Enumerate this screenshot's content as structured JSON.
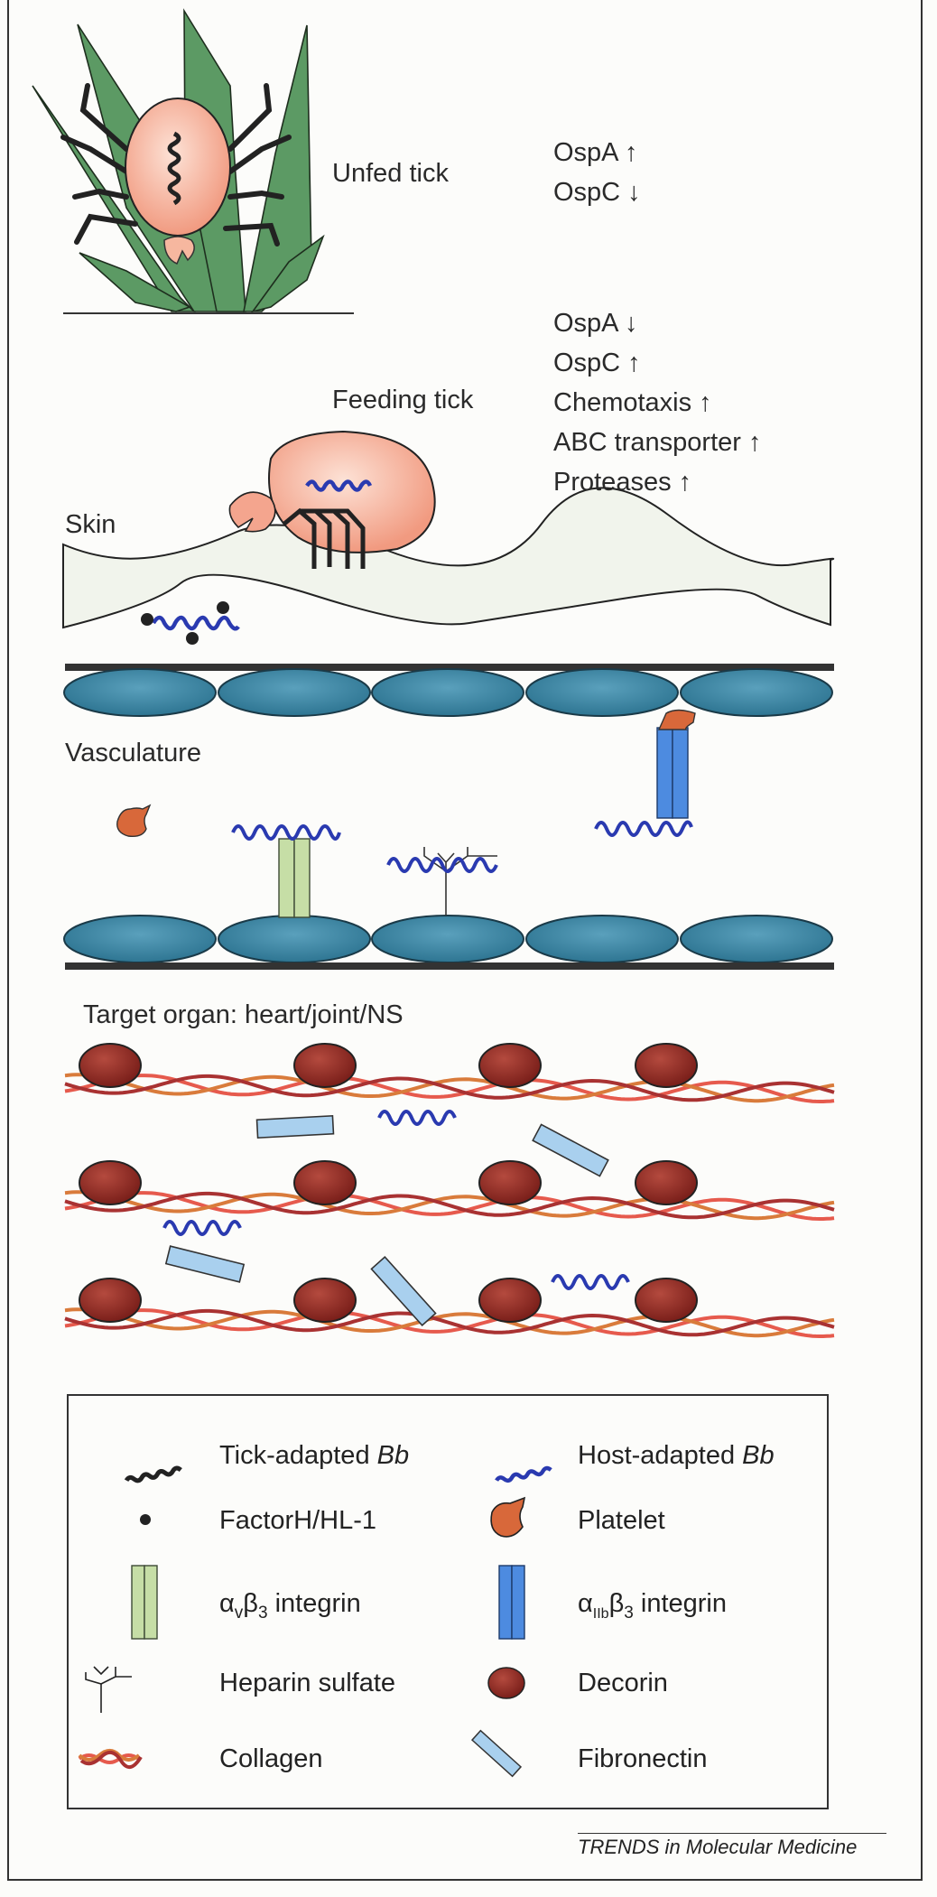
{
  "figure": {
    "stages": {
      "unfed": {
        "label": "Unfed tick",
        "regulation": [
          "OspA ↑",
          "OspC ↓"
        ]
      },
      "feeding": {
        "label": "Feeding tick",
        "regulation": [
          "OspA ↓",
          "OspC ↑",
          "Chemotaxis ↑",
          "ABC transporter ↑",
          "Proteases ↑"
        ]
      }
    },
    "compartments": {
      "skin": "Skin",
      "vasculature": "Vasculature",
      "target_organ": "Target organ: heart/joint/NS"
    },
    "legend": [
      {
        "icon": "tick-adapted-spirochete-icon",
        "label": "Tick-adapted ",
        "italic": "Bb"
      },
      {
        "icon": "host-adapted-spirochete-icon",
        "label": "Host-adapted ",
        "italic": "Bb"
      },
      {
        "icon": "factorh-dot-icon",
        "label": "FactorH/HL-1"
      },
      {
        "icon": "platelet-icon",
        "label": "Platelet"
      },
      {
        "icon": "avb3-integrin-icon",
        "label_alpha": "α",
        "sub1": "v",
        "label_beta": "β",
        "sub2": "3",
        "rest": " integrin"
      },
      {
        "icon": "aiibb3-integrin-icon",
        "label_alpha": "α",
        "sub1": "IIb",
        "label_beta": "β",
        "sub2": "3",
        "rest": " integrin"
      },
      {
        "icon": "heparin-sulfate-icon",
        "label": "Heparin sulfate"
      },
      {
        "icon": "decorin-icon",
        "label": "Decorin"
      },
      {
        "icon": "collagen-icon",
        "label": "Collagen"
      },
      {
        "icon": "fibronectin-icon",
        "label": "Fibronectin"
      }
    ],
    "caption": "TRENDS in Molecular Medicine",
    "colors": {
      "grass": "#5c9a64",
      "tick": "#f4a58e",
      "host_bb": "#2a3ab0",
      "tick_bb": "#222222",
      "endothelial": "#3d8aa8",
      "platelet": "#d8683a",
      "avb3": "#c6dea6",
      "aiibb3": "#4d8be0",
      "decorin": "#8e2a22",
      "fibronectin": "#a9d0ee",
      "skin": "#f1f4ec"
    }
  }
}
